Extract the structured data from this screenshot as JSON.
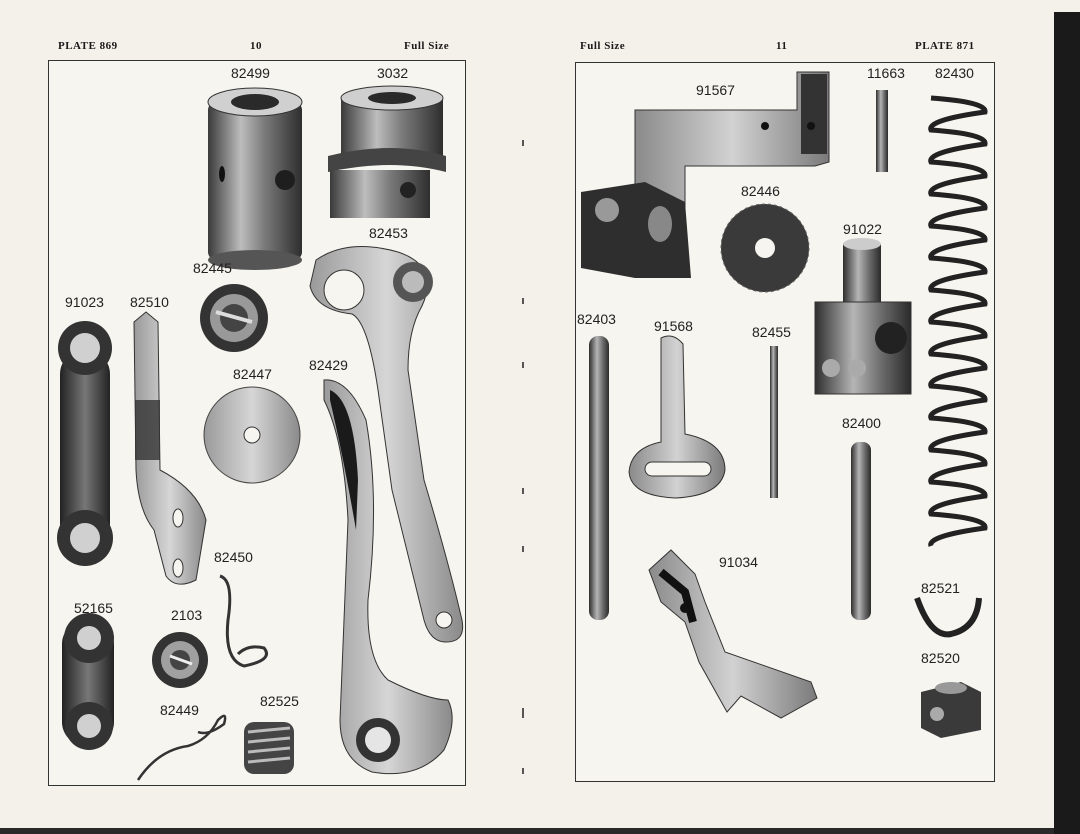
{
  "left_page": {
    "plate": "PLATE 869",
    "page_number": "10",
    "size_note": "Full Size",
    "parts": [
      "82499",
      "3032",
      "82453",
      "82445",
      "91023",
      "82510",
      "82447",
      "82429",
      "82450",
      "52165",
      "2103",
      "82449",
      "82525"
    ]
  },
  "right_page": {
    "plate": "PLATE 871",
    "page_number": "11",
    "size_note": "Full Size",
    "parts": [
      "91567",
      "11663",
      "82430",
      "82446",
      "91022",
      "82403",
      "91568",
      "82455",
      "82400",
      "91034",
      "82521",
      "82520"
    ]
  },
  "colors": {
    "paper": "#f4f1ea",
    "ink": "#222222",
    "metal": "#8a8a8a"
  }
}
